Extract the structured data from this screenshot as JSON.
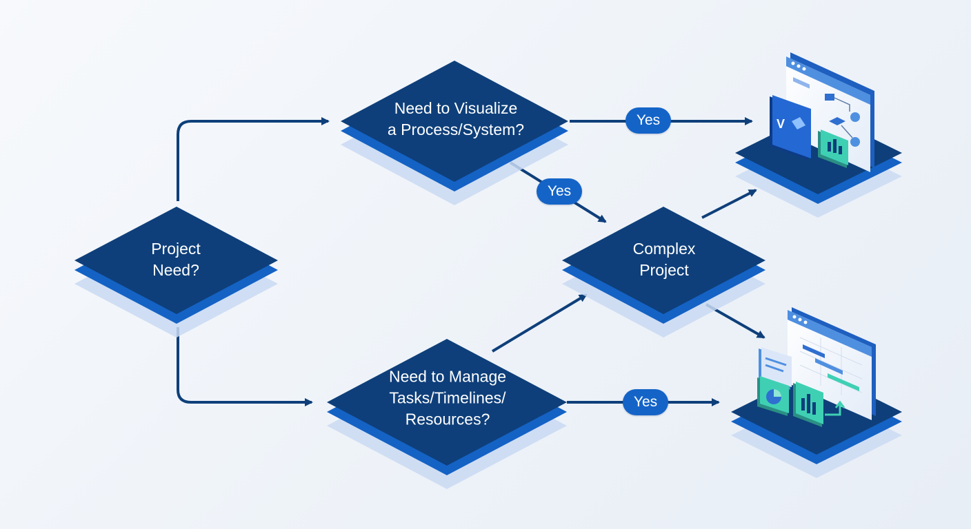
{
  "nodes": {
    "project_need": {
      "label": "Project\nNeed?"
    },
    "visualize": {
      "label": "Need to Visualize\na Process/System?"
    },
    "complex": {
      "label": "Complex\nProject"
    },
    "manage": {
      "label": "Need to Manage\nTasks/Timelines/\nResources?"
    }
  },
  "edge_labels": {
    "visualize_to_visio": "Yes",
    "visualize_to_complex": "Yes",
    "manage_to_project": "Yes"
  },
  "icons": {
    "visio_app": {
      "name": "visio-app-icon",
      "letter": "V"
    },
    "project_app": {
      "name": "project-app-icon"
    }
  },
  "colors": {
    "diamond_top": "#0e3f7a",
    "diamond_edge": "#1462c4",
    "diamond_shadow": "#c9d9f2",
    "arrow": "#0e3f7a",
    "pill": "#1464c8",
    "accent_teal": "#3fd0b4",
    "screen_blue": "#4f8fe0"
  }
}
